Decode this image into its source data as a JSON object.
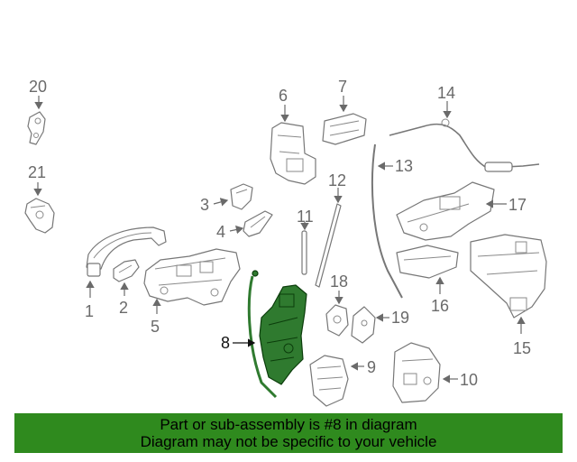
{
  "callouts": {
    "c1": "1",
    "c2": "2",
    "c3": "3",
    "c4": "4",
    "c5": "5",
    "c6": "6",
    "c7": "7",
    "c8": "8",
    "c9": "9",
    "c10": "10",
    "c11": "11",
    "c12": "12",
    "c13": "13",
    "c14": "14",
    "c15": "15",
    "c16": "16",
    "c17": "17",
    "c18": "18",
    "c19": "19",
    "c20": "20",
    "c21": "21"
  },
  "highlight_part": "8",
  "colors": {
    "highlight": "#2f7a2f",
    "banner": "#2f8a1e",
    "line_art": "#777777"
  },
  "banner": {
    "line1": "Part or sub-assembly is #8 in diagram",
    "line2": "Diagram may not be specific to your vehicle"
  }
}
